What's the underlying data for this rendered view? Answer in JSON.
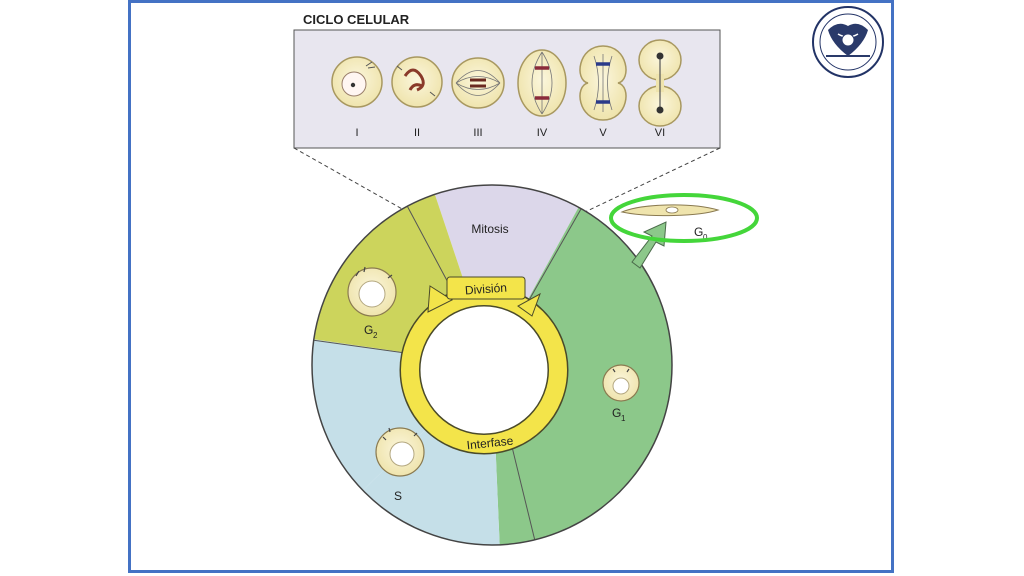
{
  "title": "CICLO CELULAR",
  "stages": [
    "I",
    "II",
    "III",
    "IV",
    "V",
    "VI"
  ],
  "phases": {
    "mitosis": "Mitosis",
    "g1": "G",
    "g1_sub": "1",
    "g2": "G",
    "g2_sub": "2",
    "s": "S",
    "g0": "G",
    "g0_sub": "0"
  },
  "ring": {
    "division": "División",
    "interfase": "Interfase"
  },
  "colors": {
    "frame": "#4472c4",
    "mitosis": "#dcd7ea",
    "g1": "#8cc88a",
    "g2": "#ccd45c",
    "s": "#c5dfe8",
    "arrow": "#f3e44a",
    "highlight": "#44d63a"
  },
  "logo": {
    "icon": "university-seal-icon"
  }
}
